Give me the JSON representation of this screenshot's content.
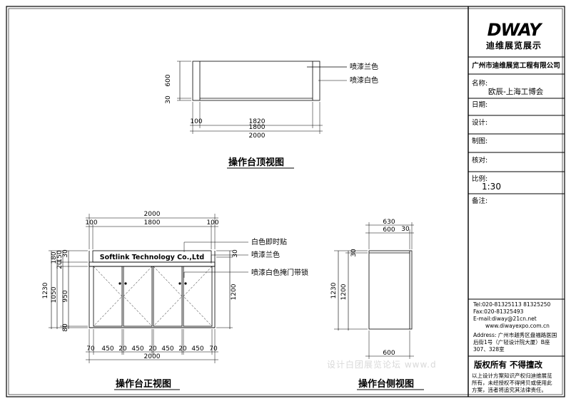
{
  "logo": {
    "brand": "DWAY",
    "cn": "迪维展览展示"
  },
  "title_block": {
    "company": "广州市迪维展览工程有限公司",
    "name_label": "名称:",
    "name_value": "欧辰-上海工博会",
    "date_label": "日期:",
    "design_label": "设计:",
    "draw_label": "制图:",
    "check_label": "核对:",
    "scale_label": "比例:",
    "scale_value": "1:30",
    "remarks_label": "备注:",
    "tel": "Tel:020-81325113 81325250",
    "fax": "Fax:020-81325493",
    "email": "E-mail:diway@21cn.net",
    "web": "www.diwayexpo.com.cn",
    "address_1": "Address: 广州市越秀区盘福路医国",
    "address_2": "后街1号（广轻设计院大厦）B座",
    "address_3": "307、328室",
    "copyright": "版权所有  不得擅改",
    "copy_note_1": "以上设计方案知识产权归迪维展览",
    "copy_note_2": "所有，未经授权不得拷贝或使用此",
    "copy_note_3": "方案，违者将追究其法律责任。"
  },
  "watermark": "设计白团展览论坛 www.d",
  "top_view": {
    "title": "操作台顶视图",
    "note_blue": "喷漆兰色",
    "note_white": "喷漆白色",
    "dim_600": "600",
    "dim_30": "30",
    "dim_100": "100",
    "dim_1800": "1800",
    "dim_1820": "1820",
    "dim_2000": "2000"
  },
  "front_view": {
    "title": "操作台正视图",
    "sign": "Softlink Technology Co.,Ltd",
    "note_sticker": "白色即时贴",
    "note_blue": "喷漆兰色",
    "note_door": "喷漆白色掩门带锁",
    "top_2000": "2000",
    "top_100_left": "100",
    "top_1800": "1800",
    "top_100_right": "100",
    "left_1230": "1230",
    "left_1050": "1050",
    "left_950": "950",
    "left_80": "80",
    "left_180": "180",
    "left_150": "150",
    "left_30": "30",
    "left_20": "20",
    "right_30": "30",
    "right_1200": "1200",
    "bottom_segments": [
      "70",
      "450",
      "20",
      "450",
      "20",
      "450",
      "20",
      "450",
      "70"
    ],
    "bottom_2000": "2000"
  },
  "side_view": {
    "title": "操作台侧视图",
    "dim_630": "630",
    "dim_600": "600",
    "dim_30_top": "30",
    "dim_1230": "1230",
    "dim_1200": "1200",
    "dim_30_left": "30",
    "dim_600_bottom": "600"
  }
}
